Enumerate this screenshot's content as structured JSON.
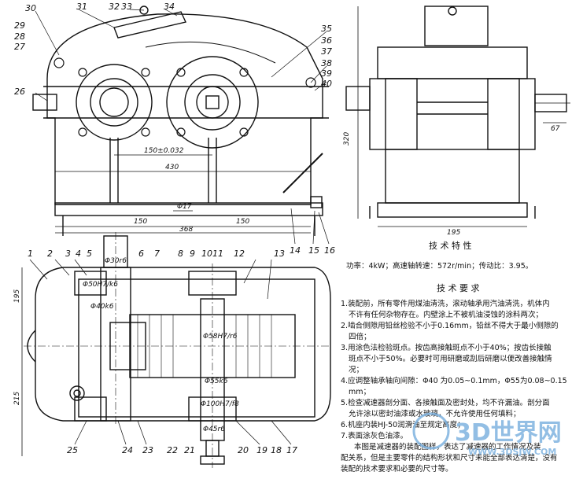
{
  "part_labels_front": [
    "30",
    "29",
    "28",
    "27",
    "31",
    "32",
    "33",
    "34",
    "35",
    "36",
    "37",
    "38",
    "39",
    "40",
    "26"
  ],
  "part_labels_bottom": [
    "14",
    "15",
    "16"
  ],
  "part_labels_top": [
    "1",
    "2",
    "3",
    "4",
    "5",
    "6",
    "7",
    "8",
    "9",
    "10",
    "11",
    "12",
    "13"
  ],
  "part_labels_lower": [
    "25",
    "24",
    "23",
    "22",
    "21",
    "20",
    "19",
    "18",
    "17"
  ],
  "dims_front": [
    "150±0.032",
    "430",
    "Φ17",
    "150",
    "150",
    "368"
  ],
  "dims_side": [
    "320",
    "67",
    "195"
  ],
  "dims_plan": [
    "Φ30r6",
    "Φ50H7/k6",
    "Φ40k6",
    "Φ58H7/r6",
    "Φ55k6",
    "Φ100H7/f8",
    "Φ45r6",
    "195",
    "215"
  ],
  "tech_char": {
    "title": "技 术 特 性",
    "line": "功率：4kW；高速轴转速：572r/min；传动比：3.95。"
  },
  "tech_req": {
    "title": "技 术 要 求",
    "items": [
      "1.装配前，所有零件用煤油清洗，滚动轴承用汽油清洗，机体内",
      "不许有任何杂物存在。内壁涂上不被机油浸蚀的涂料两次；",
      "2.啮合侧隙用铅丝检验不小于0.16mm，铅丝不得大于最小侧隙的",
      "四倍；",
      "3.用涂色法检验斑点。按齿高接触斑点不小于40%；按齿长接触",
      "斑点不小于50%。必要时可用研磨或刮后研磨以便改善接触情",
      "况；",
      "4.应调整轴承轴向间隙：Φ40 为0.05~0.1mm，Φ55为0.08~0.15",
      "mm；",
      "5.检查减速器剖分面、各接触面及密封处，均不许漏油。剖分面",
      "允许涂以密封油漆或水玻璃，不允许使用任何填料；",
      "6.机座内装HJ-50润滑油至规定高度；",
      "7.表面涂灰色油漆。"
    ],
    "tail": [
      "本图是减速器的装配图样，表达了减速器的工作情况及装",
      "配关系，但是主要零件的结构形状和尺寸未能全部表达清楚，没有",
      "装配的技术要求和必要的尺寸等。"
    ]
  },
  "watermark": {
    "main": "3D世界网",
    "url": "WWW.3DSJW.COM"
  }
}
